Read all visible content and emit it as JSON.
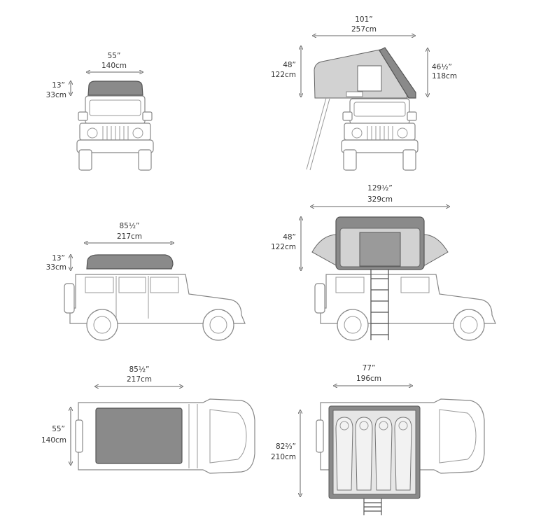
{
  "views": {
    "front_closed": {
      "width_in": "55”",
      "width_cm": "140cm",
      "height_in": "13”",
      "height_cm": "33cm"
    },
    "front_open": {
      "width_in": "101”",
      "width_cm": "257cm",
      "height_in": "48”",
      "height_cm": "122cm",
      "height2_in": "46½”",
      "height2_cm": "118cm"
    },
    "side_closed": {
      "length_in": "85½”",
      "length_cm": "217cm",
      "height_in": "13”",
      "height_cm": "33cm"
    },
    "side_open": {
      "length_in": "129½”",
      "length_cm": "329cm",
      "height_in": "48”",
      "height_cm": "122cm"
    },
    "top_closed": {
      "length_in": "85½”",
      "length_cm": "217cm",
      "width_in": "55”",
      "width_cm": "140cm"
    },
    "top_open": {
      "width_in": "77”",
      "width_cm": "196cm",
      "length_in": "82⅔”",
      "length_cm": "210cm"
    }
  },
  "colors": {
    "tent_shell": "#8a8a8a",
    "tent_fabric": "#d2d2d2",
    "vehicle_outline": "#888888"
  }
}
